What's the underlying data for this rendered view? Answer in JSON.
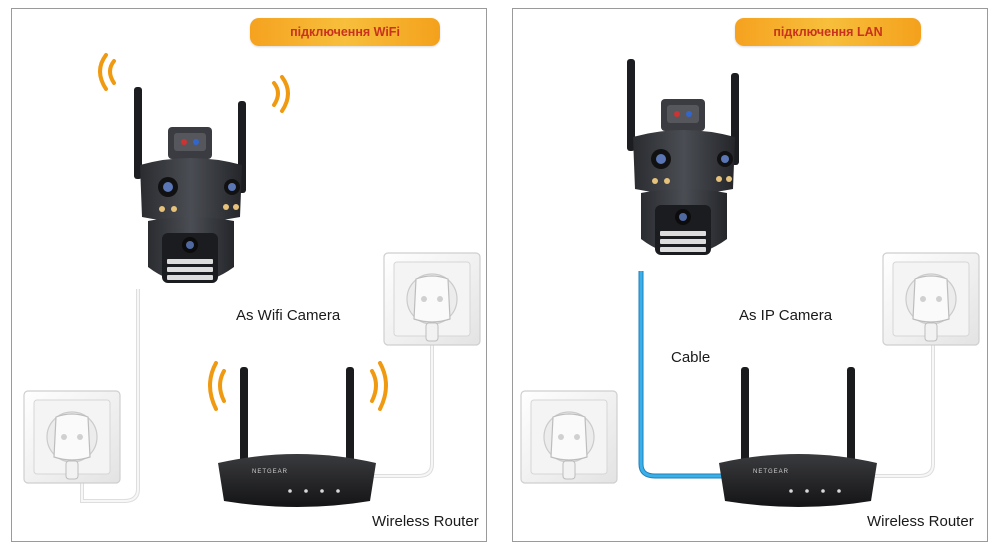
{
  "left_panel": {
    "title": "підключення WiFi",
    "camera_label": "As Wifi Camera",
    "router_label": "Wireless Router"
  },
  "right_panel": {
    "title": "підключення  LAN",
    "camera_label": "As IP Camera",
    "cable_label": "Cable",
    "router_label": "Wireless Router"
  },
  "colors": {
    "pill": "#f5a21f",
    "pill_text": "#c8321e",
    "lan_cable": "#2d9bd8",
    "wifi_waves": "#f09a12"
  },
  "icons": [
    "wifi-signal-icon",
    "camera-icon",
    "router-icon",
    "power-outlet-icon",
    "plug-icon"
  ]
}
